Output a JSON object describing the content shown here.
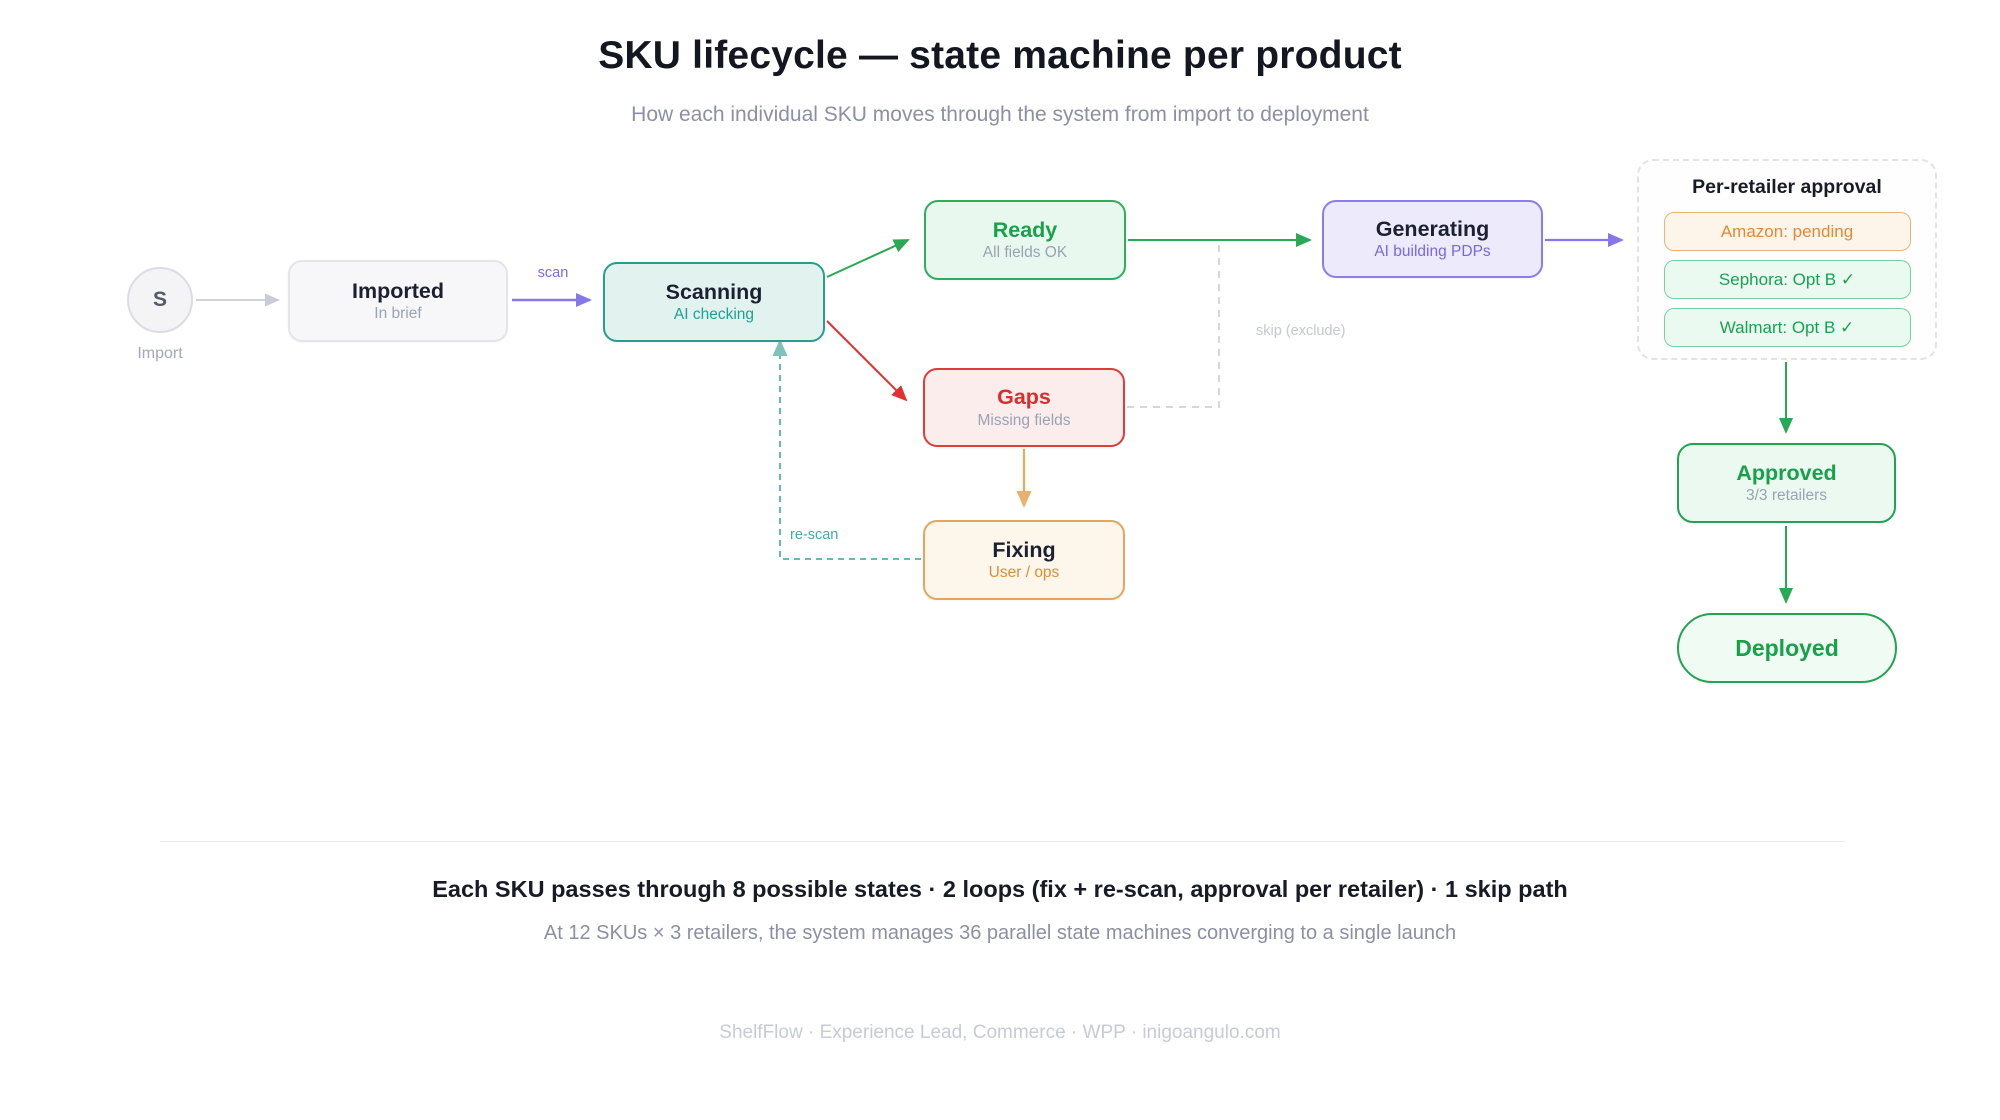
{
  "header": {
    "title": "SKU lifecycle — state machine per product",
    "subtitle": "How each individual SKU moves through the system from import to deployment"
  },
  "diagram": {
    "start": {
      "label": "S",
      "caption": "Import"
    },
    "nodes": {
      "imported": {
        "title": "Imported",
        "subtitle": "In brief"
      },
      "scanning": {
        "title": "Scanning",
        "subtitle": "AI checking"
      },
      "ready": {
        "title": "Ready",
        "subtitle": "All fields OK"
      },
      "gaps": {
        "title": "Gaps",
        "subtitle": "Missing fields"
      },
      "fixing": {
        "title": "Fixing",
        "subtitle": "User / ops"
      },
      "generating": {
        "title": "Generating",
        "subtitle": "AI building PDPs"
      },
      "approved": {
        "title": "Approved",
        "subtitle": "3/3 retailers"
      },
      "deployed": {
        "title": "Deployed"
      }
    },
    "edge_labels": {
      "scan": "scan",
      "rescan": "re-scan",
      "skip": "skip (exclude)"
    },
    "approval_panel": {
      "title": "Per-retailer approval",
      "items": [
        {
          "label": "Amazon: pending",
          "status": "pending"
        },
        {
          "label": "Sephora: Opt B ✓",
          "status": "approved"
        },
        {
          "label": "Walmart: Opt B ✓",
          "status": "approved"
        }
      ]
    },
    "colors": {
      "purple": "#8678ea",
      "teal": "#2a9d8f",
      "green": "#29a954",
      "red": "#e03131",
      "orange": "#e9a960",
      "neutral_gray": "#c9cbd6",
      "skip_gray": "#d6d7dc"
    }
  },
  "summary": {
    "headline": "Each SKU passes through 8 possible states · 2 loops (fix + re-scan, approval per retailer) · 1 skip path",
    "subtext": "At 12 SKUs × 3 retailers, the system manages 36 parallel state machines converging to a single launch"
  },
  "footer": {
    "text": "ShelfFlow · Experience Lead, Commerce · WPP · inigoangulo.com"
  }
}
